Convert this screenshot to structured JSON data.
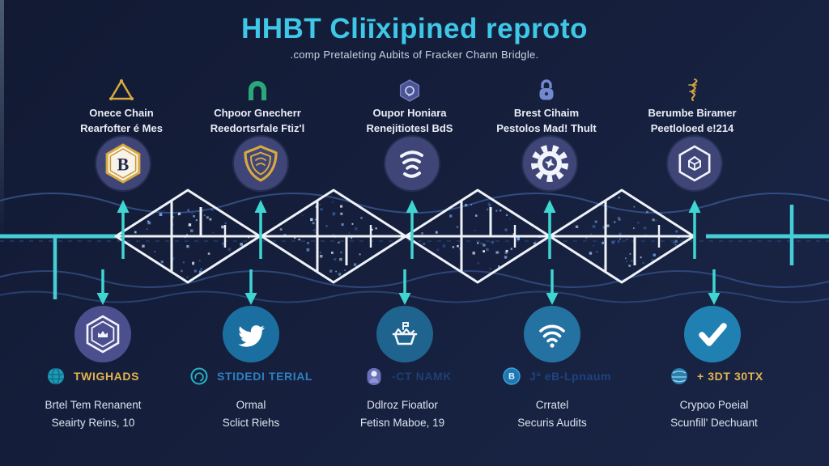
{
  "header": {
    "title": "HHBT Cliīxipined reproto",
    "subtitle": ".comp Pretaleting Aubits of Fracker Chann Bridgle."
  },
  "top_items": [
    {
      "icon": "warning-triangle-icon",
      "line1": "Onece Chain",
      "line2": "Rearfofter é Mes"
    },
    {
      "icon": "arch-shelter-icon",
      "line1": "Chpoor Gnecherr",
      "line2": "Reedortsrfale Ftiz'l"
    },
    {
      "icon": "hexagon-swirl-icon",
      "line1": "Oupor Honiara",
      "line2": "Renejitiotesl BdS"
    },
    {
      "icon": "padlock-icon",
      "line1": "Brest Cihaim",
      "line2": "Pestolos Mad! Thult"
    },
    {
      "icon": "gold-flourish-icon",
      "line1": "Berumbe Biramer",
      "line2": "Peetloloed e!214"
    }
  ],
  "top_circles": [
    {
      "icon": "hexagon-b-badge-icon",
      "letter": "B"
    },
    {
      "icon": "gold-shield-icon"
    },
    {
      "icon": "spiral-icon"
    },
    {
      "icon": "gear-icon"
    },
    {
      "icon": "hexagon-emblem-icon"
    }
  ],
  "bottom_circles": [
    {
      "icon": "hexagon-crest-icon"
    },
    {
      "icon": "twitter-bird-icon"
    },
    {
      "icon": "boat-icon"
    },
    {
      "icon": "wifi-icon"
    },
    {
      "icon": "checkmark-icon"
    }
  ],
  "bottom_labels": [
    {
      "icon": "globe-icon",
      "text": "TWIGHADS"
    },
    {
      "icon": "swirl-badge-icon",
      "text": "STIDEDI TERIAL"
    },
    {
      "icon": "person-badge-icon",
      "text": "-CT NAMK"
    },
    {
      "icon": "coin-b-icon",
      "letter": "B",
      "text": "Jª eB-Lpnaum"
    },
    {
      "icon": "globe-icon",
      "text": "+ 3DT 30TX"
    }
  ],
  "bottom_captions": [
    {
      "line1": "Brtel Tem Renanent",
      "line2": "Seairty Reins, 10"
    },
    {
      "line1": "Ormal",
      "line2": "Sclict Riehs"
    },
    {
      "line1": "Ddlroz Fioatlor",
      "line2": "Fetisn Maboe, 19"
    },
    {
      "line1": "Crratel",
      "line2": "Securis Audits"
    },
    {
      "line1": "Crypoo Poeial",
      "line2": "Scunfill' Dechuant"
    }
  ],
  "colors": {
    "background": "#141d38",
    "title_cyan": "#3ec7e6",
    "accent_cyan": "#3fd6d2",
    "gold": "#e2b44e",
    "indigo_circle": "#3f4577",
    "teal_circle": "#1f6d9e",
    "purple_circle": "#4c4f8d",
    "diamond_stroke": "#eef2f8",
    "wave_blue": "#3d5fa0",
    "label_blue": "#2f7fc2",
    "label_dark_blue": "#1d3f74",
    "caption_white": "#dce3ee"
  }
}
